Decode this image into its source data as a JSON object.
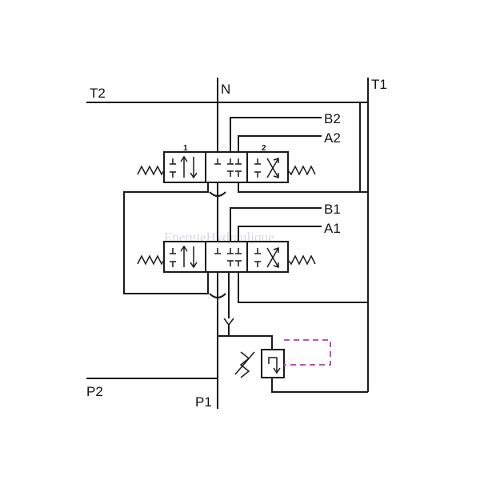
{
  "diagram": {
    "ports": {
      "t2": "T2",
      "n": "N",
      "t1": "T1",
      "b2": "B2",
      "a2": "A2",
      "b1": "B1",
      "a1": "A1",
      "p2": "P2",
      "p1": "P1"
    },
    "valve_upper": {
      "pos_left": "1",
      "pos_right": "2"
    },
    "valve_lower": {
      "pos_left": "",
      "pos_right": ""
    },
    "watermark": "EnergieHydraulique",
    "colors": {
      "line": "#1a1a1a",
      "pilot": "#c050c0"
    }
  }
}
